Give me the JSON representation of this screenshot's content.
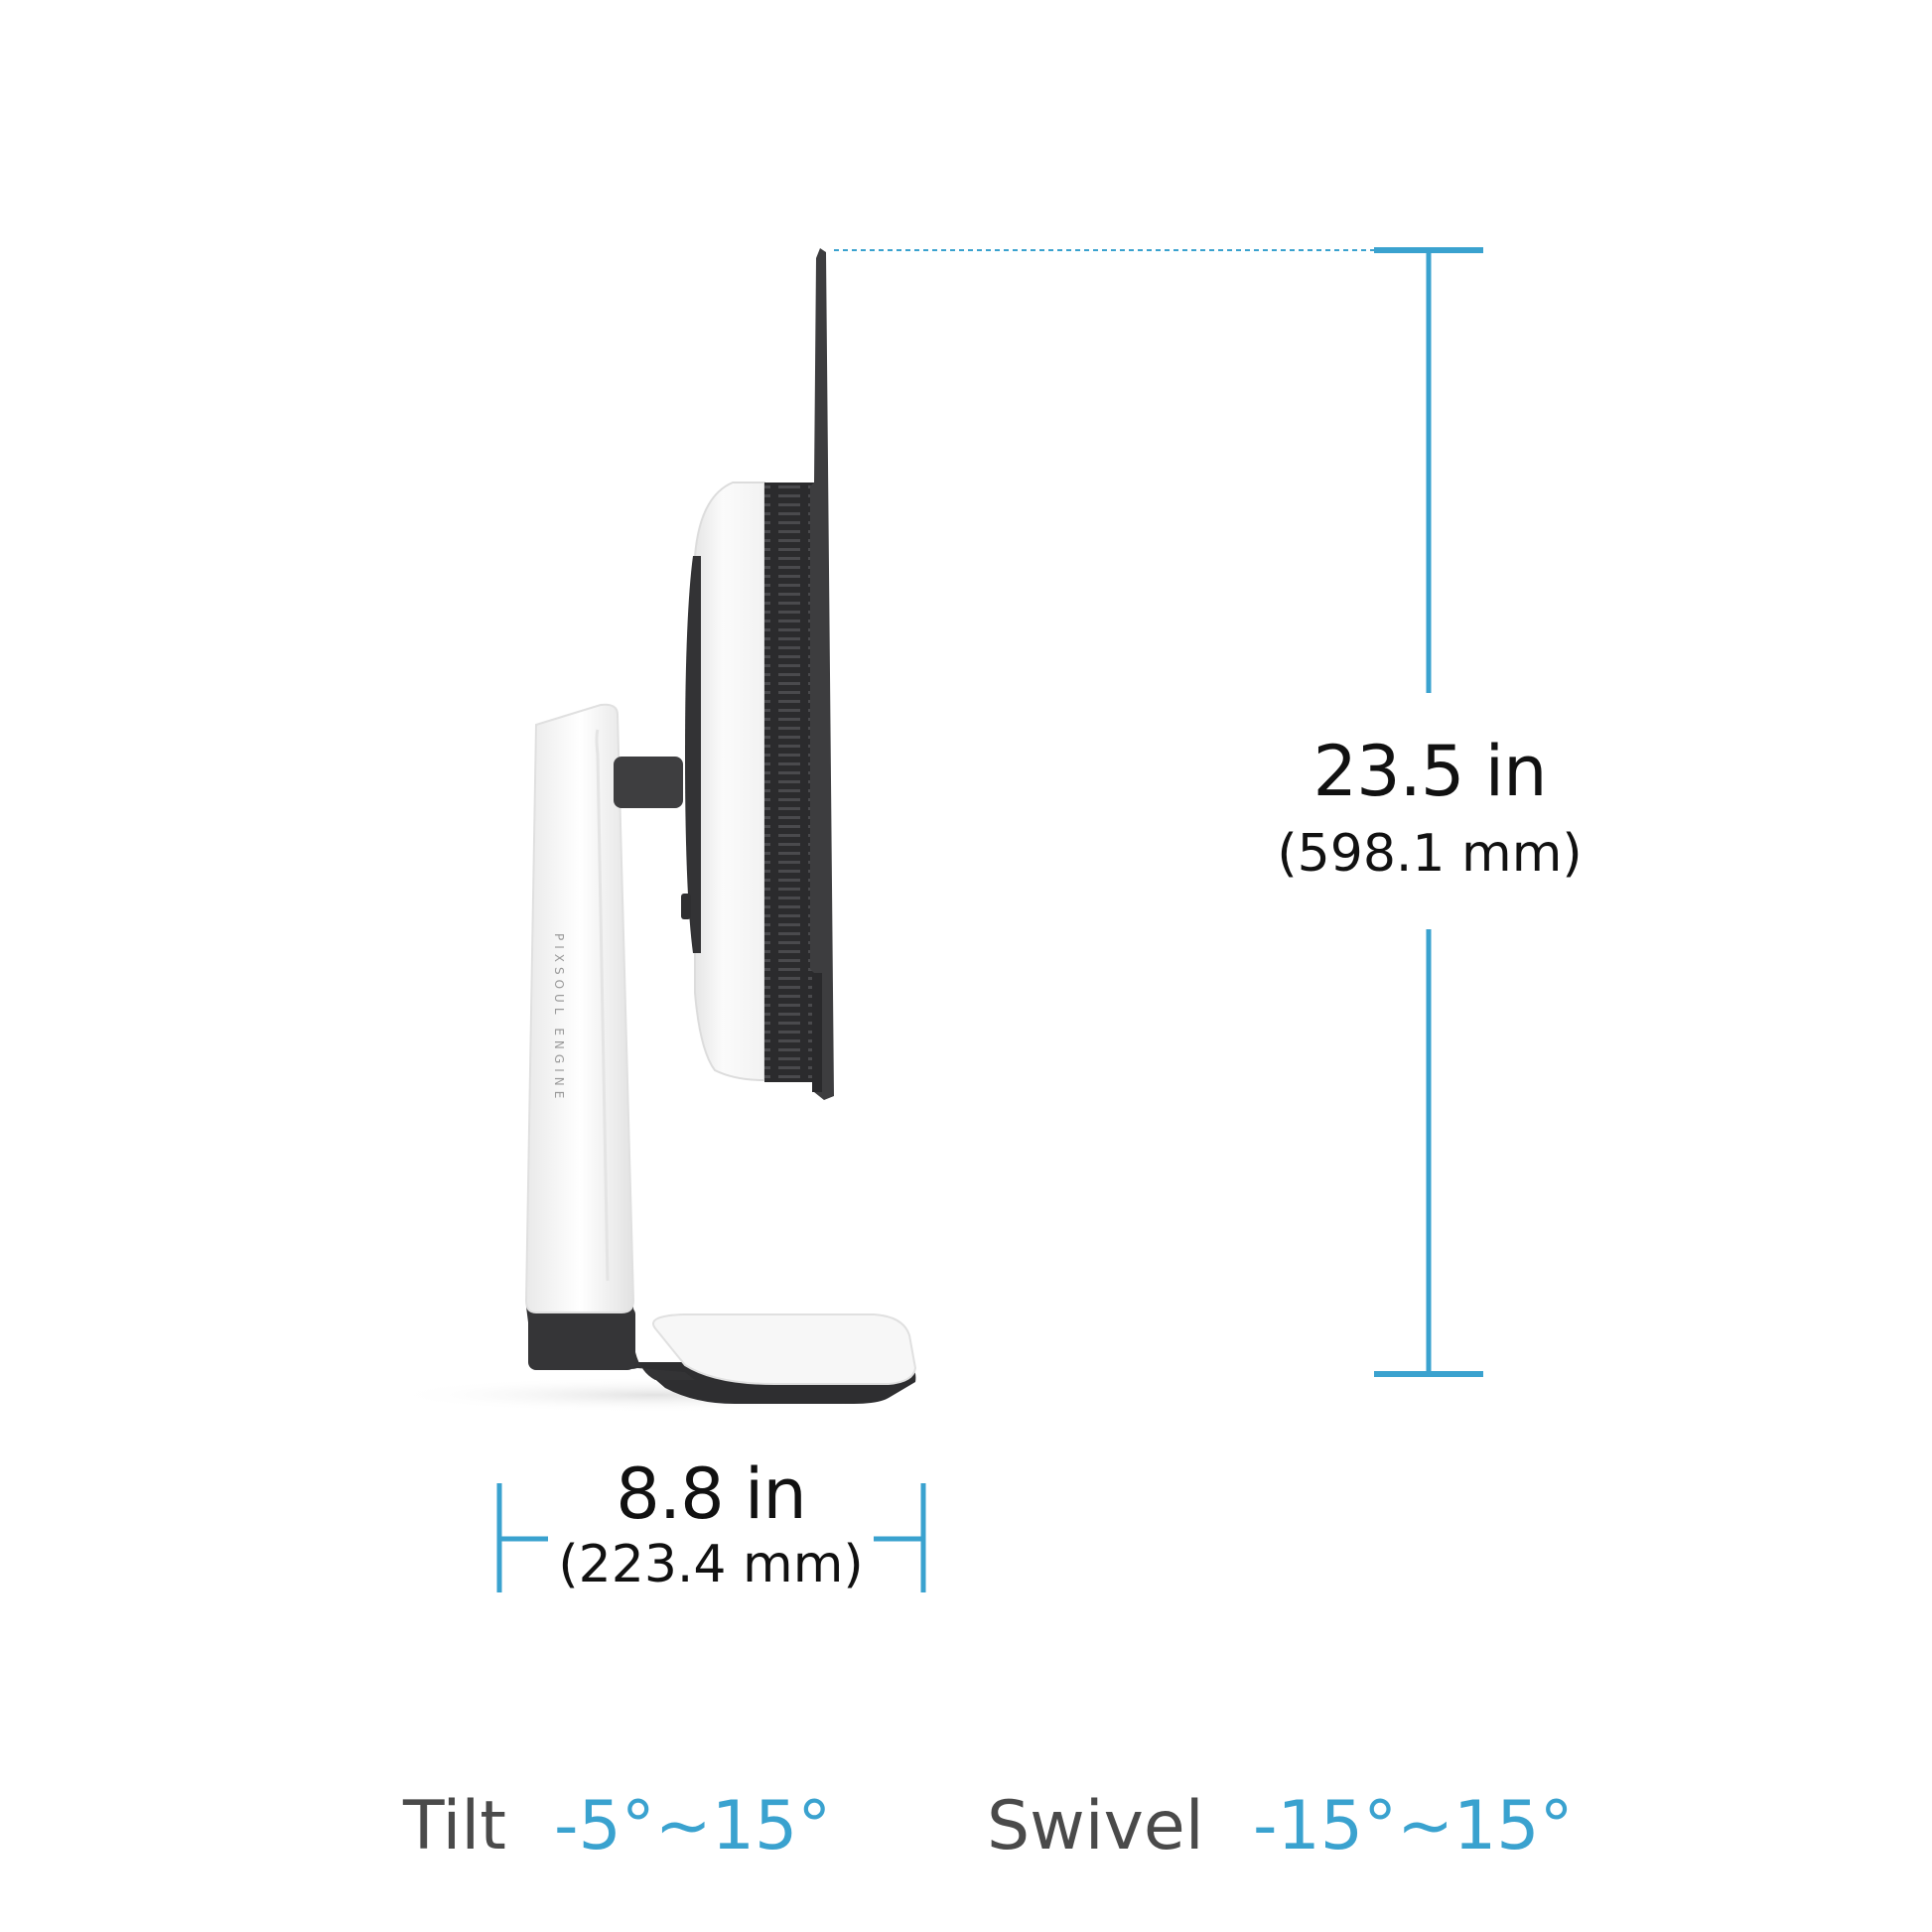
{
  "colors": {
    "accent": "#3aa2cf",
    "text_dark": "#111111",
    "text_gray": "#4a4a4a",
    "panel_dark": "#3b3b3d",
    "body_white": "#f4f4f4"
  },
  "height_dimension": {
    "value": "23.5 in",
    "metric": "(598.1 mm)"
  },
  "depth_dimension": {
    "value": "8.8 in",
    "metric": "(223.4 mm)"
  },
  "stand_print": "PIXSOUL ENGINE",
  "specs": [
    {
      "name": "Tilt",
      "value": "-5°~15°"
    },
    {
      "name": "Swivel",
      "value": "-15°~15°"
    }
  ]
}
